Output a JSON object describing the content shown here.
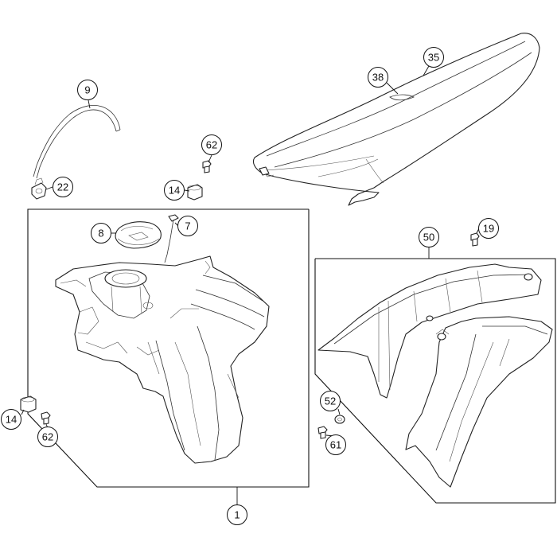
{
  "callouts": {
    "c9": "9",
    "c22": "22",
    "c62_top": "62",
    "c14_top": "14",
    "c8": "8",
    "c7": "7",
    "c38": "38",
    "c35": "35",
    "c50": "50",
    "c19": "19",
    "c14_left": "14",
    "c62_left": "62",
    "c52": "52",
    "c61": "61",
    "c1": "1"
  }
}
